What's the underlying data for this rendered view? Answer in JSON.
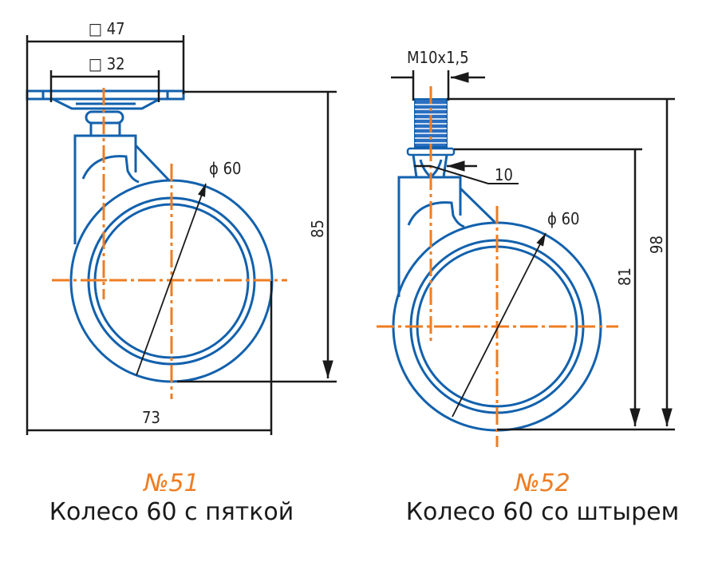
{
  "colors": {
    "outline": "#1261ad",
    "centerline": "#ef7d22",
    "dimension": "#1a1a1a",
    "caption_number": "#ef7d22",
    "caption_text": "#1a1a1a"
  },
  "left_view": {
    "dims": {
      "plate_outer": "□ 47",
      "plate_inner": "□ 32",
      "wheel_diameter": "ϕ 60",
      "height": "85",
      "width": "73"
    },
    "caption": {
      "number": "№51",
      "title": "Колесо 60 с пяткой"
    }
  },
  "right_view": {
    "dims": {
      "thread": "M10x1,5",
      "neck": "10",
      "wheel_diameter": "ϕ 60",
      "height_body": "81",
      "height_total": "98"
    },
    "caption": {
      "number": "№52",
      "title": "Колесо 60 со штырем"
    }
  }
}
